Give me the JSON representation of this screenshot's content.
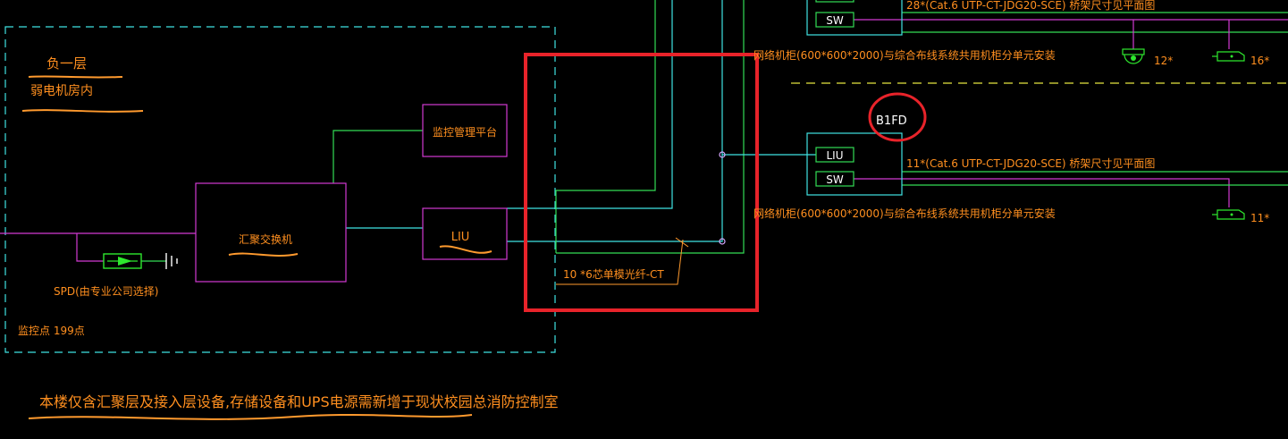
{
  "colors": {
    "background": "#000000",
    "cyan": "#3fe3e3",
    "magenta": "#d23ad2",
    "green": "#33dd55",
    "orange": "#ff9a2e",
    "orange_text": "#ff8f1f",
    "white": "#ffffff",
    "red": "#e8232a",
    "yellow": "#e6e640",
    "spd_green": "#2ee82e"
  },
  "labels": {
    "floor": "负一层",
    "room": "弱电机房内",
    "monitor_platform": "监控管理平台",
    "aggregation_switch": "汇聚交换机",
    "liu_left": "LIU",
    "spd": "SPD(由专业公司选择)",
    "monitor_points": "监控点 199点",
    "fiber": "10 *6芯单模光纤-CT",
    "cabinet_top": "网络机柜(600*600*2000)与综合布线系统共用机柜分单元安装",
    "cabinet_mid": "网络机柜(600*600*2000)与综合布线系统共用机柜分单元安装",
    "b1fd": "B1FD",
    "liu_right": "LIU",
    "sw_right": "SW",
    "sw_top": "SW",
    "cable_top": "28*(Cat.6  UTP-CT-JDG20-SCE) 桥架尺寸见平面图",
    "cable_mid": "11*(Cat.6  UTP-CT-JDG20-SCE) 桥架尺寸见平面图",
    "count_camera": "12*",
    "count_top_right": "16*",
    "count_mid_right": "11*",
    "note": "本楼仅含汇聚层及接入层设备,存储设备和UPS电源需新增于现状校园总消防控制室"
  },
  "icons": [
    "dome-camera-icon",
    "bullet-camera-icon",
    "bullet-camera-icon",
    "surge-protector-icon",
    "ground-icon"
  ]
}
